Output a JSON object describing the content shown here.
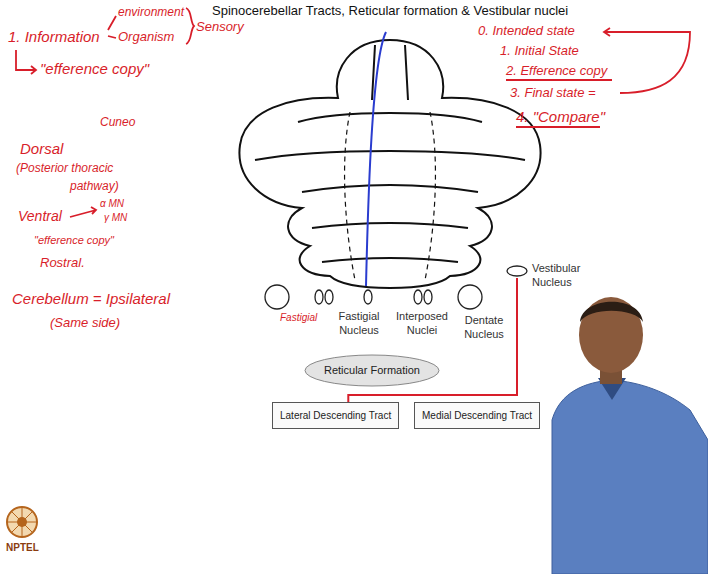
{
  "diagram": {
    "title": "Spinocerebellar Tracts, Reticular formation & Vestibular nuclei",
    "nodes": [
      {
        "text": [
          "Vestibular Nucleus"
        ]
      },
      {
        "text": [
          "Reticular Formation"
        ]
      },
      {
        "text": [
          "Lateral Descending Tract"
        ]
      },
      {
        "text": [
          "Medial Descending Tract"
        ]
      }
    ],
    "edges": [
      {
        "from": 0,
        "to": 2,
        "arrow": "none"
      }
    ],
    "labels": [
      "1. Information",
      "environment",
      "Organism",
      "Sensory",
      "\"efference copy\"",
      "Cuneo",
      "Dorsal",
      "(Posterior thoracic",
      "pathway)",
      "Ventral",
      "α MN",
      "γ MN",
      "\"efference copy\"",
      "Rostral.",
      "Cerebellum = Ipsilateral",
      "(Same side)",
      "0. Intended state",
      "1. Initial State",
      "2. Efference copy",
      "3. Final state =",
      "4. \"Compare\"",
      "Fastigial",
      "Fastigial Nucleus",
      "Interposed Nuclei",
      "Dentate Nucleus",
      "NPTEL"
    ]
  }
}
